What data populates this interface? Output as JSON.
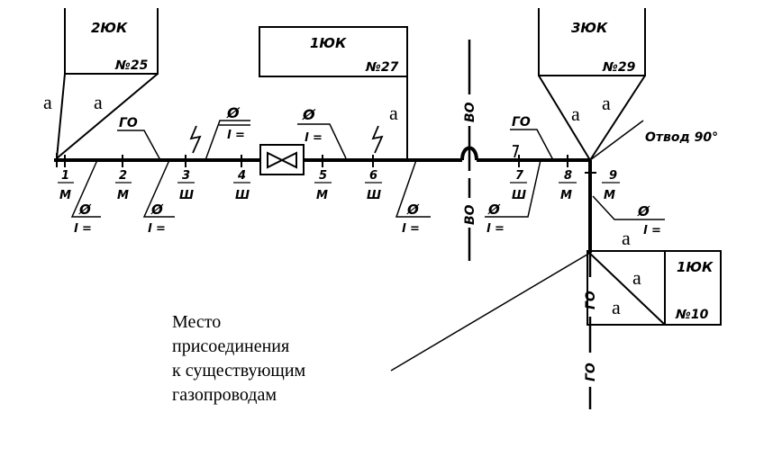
{
  "buildings": {
    "b25": {
      "type": "2ЮК",
      "number": "№25"
    },
    "b27": {
      "type": "1ЮК",
      "number": "№27"
    },
    "b29": {
      "type": "3ЮК",
      "number": "№29"
    },
    "b10": {
      "type": "1ЮК",
      "number": "№10"
    }
  },
  "area_label": "а",
  "go_label": "ГО",
  "diameter_label": "Ø",
  "length_label": "l =",
  "elbow_label": "Отвод 90°",
  "pipe_label": "ВО",
  "nodes": [
    {
      "num": "1",
      "kind": "М"
    },
    {
      "num": "2",
      "kind": "М"
    },
    {
      "num": "3",
      "kind": "Ш"
    },
    {
      "num": "4",
      "kind": "Ш"
    },
    {
      "num": "5",
      "kind": "М"
    },
    {
      "num": "6",
      "kind": "Ш"
    },
    {
      "num": "7",
      "kind": "Ш"
    },
    {
      "num": "8",
      "kind": "М"
    },
    {
      "num": "9",
      "kind": "М"
    }
  ],
  "caption": {
    "line1": "Место",
    "line2": "присоединения",
    "line3": "к существующим",
    "line4": "газопроводам"
  }
}
